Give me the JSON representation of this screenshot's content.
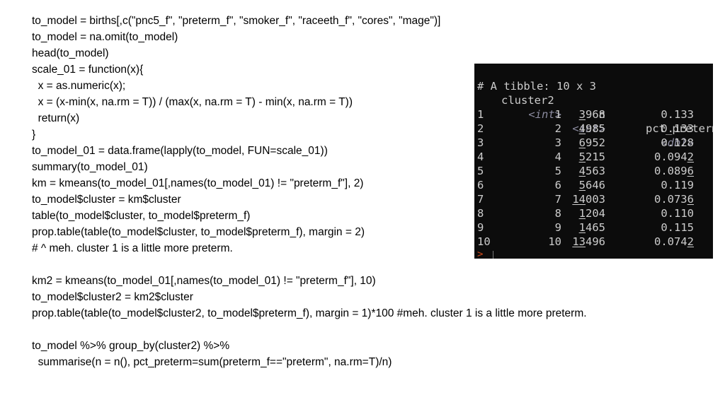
{
  "code": {
    "block1": [
      "to_model = births[,c(\"pnc5_f\", \"preterm_f\", \"smoker_f\", \"raceeth_f\", \"cores\", \"mage\")]",
      "to_model = na.omit(to_model)",
      "head(to_model)",
      "scale_01 = function(x){",
      "  x = as.numeric(x);",
      "  x = (x-min(x, na.rm = T)) / (max(x, na.rm = T) - min(x, na.rm = T))",
      "  return(x)",
      "}",
      "to_model_01 = data.frame(lapply(to_model, FUN=scale_01))",
      "summary(to_model_01)",
      "km = kmeans(to_model_01[,names(to_model_01) != \"preterm_f\"], 2)",
      "to_model$cluster = km$cluster",
      "table(to_model$cluster, to_model$preterm_f)",
      "prop.table(table(to_model$cluster, to_model$preterm_f), margin = 2)",
      "# ^ meh. cluster 1 is a little more preterm."
    ],
    "block2": [
      "km2 = kmeans(to_model_01[,names(to_model_01) != \"preterm_f\"], 10)",
      "to_model$cluster2 = km2$cluster",
      "prop.table(table(to_model$cluster2, to_model$preterm_f), margin = 1)*100 #meh. cluster 1 is a little more preterm."
    ],
    "block3": [
      "to_model %>% group_by(cluster2) %>%",
      "  summarise(n = n(), pct_preterm=sum(preterm_f==\"preterm\", na.rm=T)/n)"
    ]
  },
  "console": {
    "header": "# A tibble: 10 x 3",
    "col_names": [
      "cluster2",
      "n",
      "pct_preterm"
    ],
    "col_types": [
      "<int>",
      "<int>",
      "<dbl>"
    ],
    "rows": [
      {
        "idx": "1",
        "cluster2": "1",
        "n_sig": "3",
        "n_rest": "968",
        "pct_main": "0.133",
        "pct_sig": ""
      },
      {
        "idx": "2",
        "cluster2": "2",
        "n_sig": "4",
        "n_rest": "985",
        "pct_main": "0.133",
        "pct_sig": ""
      },
      {
        "idx": "3",
        "cluster2": "3",
        "n_sig": "6",
        "n_rest": "952",
        "pct_main": "0.128",
        "pct_sig": ""
      },
      {
        "idx": "4",
        "cluster2": "4",
        "n_sig": "5",
        "n_rest": "215",
        "pct_main": "0.094",
        "pct_sig": "2"
      },
      {
        "idx": "5",
        "cluster2": "5",
        "n_sig": "4",
        "n_rest": "563",
        "pct_main": "0.089",
        "pct_sig": "6"
      },
      {
        "idx": "6",
        "cluster2": "6",
        "n_sig": "5",
        "n_rest": "646",
        "pct_main": "0.119",
        "pct_sig": ""
      },
      {
        "idx": "7",
        "cluster2": "7",
        "n_sig": "14",
        "n_rest": "003",
        "pct_main": "0.073",
        "pct_sig": "6"
      },
      {
        "idx": "8",
        "cluster2": "8",
        "n_sig": "1",
        "n_rest": "204",
        "pct_main": "0.110",
        "pct_sig": ""
      },
      {
        "idx": "9",
        "cluster2": "9",
        "n_sig": "1",
        "n_rest": "465",
        "pct_main": "0.115",
        "pct_sig": ""
      },
      {
        "idx": "10",
        "cluster2": "10",
        "n_sig": "13",
        "n_rest": "496",
        "pct_main": "0.074",
        "pct_sig": "2"
      }
    ],
    "prompt": ">",
    "colors": {
      "background": "#0c0c0c",
      "text": "#cccccc",
      "type_text": "#8a8a9e",
      "prompt": "#d04a1c"
    }
  }
}
